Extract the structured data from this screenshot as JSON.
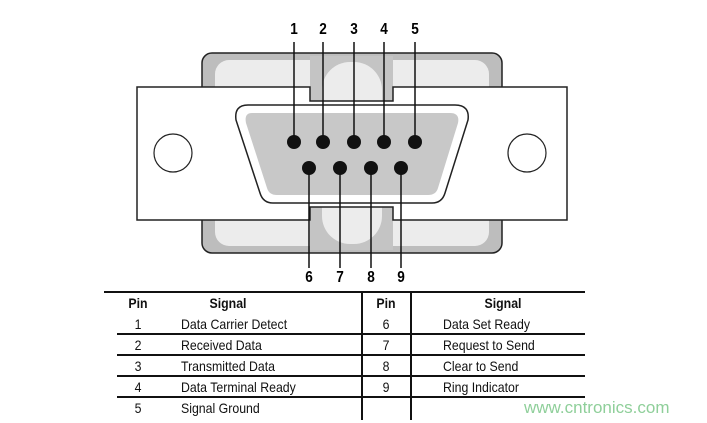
{
  "connector": {
    "pins_top": [
      "1",
      "2",
      "3",
      "4",
      "5"
    ],
    "pins_bottom": [
      "6",
      "7",
      "8",
      "9"
    ]
  },
  "table": {
    "headers": [
      "Pin",
      "Signal",
      "Pin",
      "Signal"
    ],
    "left_rows": [
      {
        "pin": "1",
        "signal": "Data Carrier Detect"
      },
      {
        "pin": "2",
        "signal": "Received Data"
      },
      {
        "pin": "3",
        "signal": "Transmitted Data"
      },
      {
        "pin": "4",
        "signal": "Data  Terminal Ready"
      },
      {
        "pin": "5",
        "signal": "Signal Ground"
      }
    ],
    "right_rows": [
      {
        "pin": "6",
        "signal": "Data Set Ready"
      },
      {
        "pin": "7",
        "signal": "Request to Send"
      },
      {
        "pin": "8",
        "signal": "Clear to Send"
      },
      {
        "pin": "9",
        "signal": "Ring Indicator"
      }
    ]
  },
  "watermark": "www.cntronics.com",
  "colors": {
    "shell": "#bdbdbd",
    "face": "#c8c8c8",
    "pin": "#111111",
    "watermark": "#8fcf9a"
  }
}
